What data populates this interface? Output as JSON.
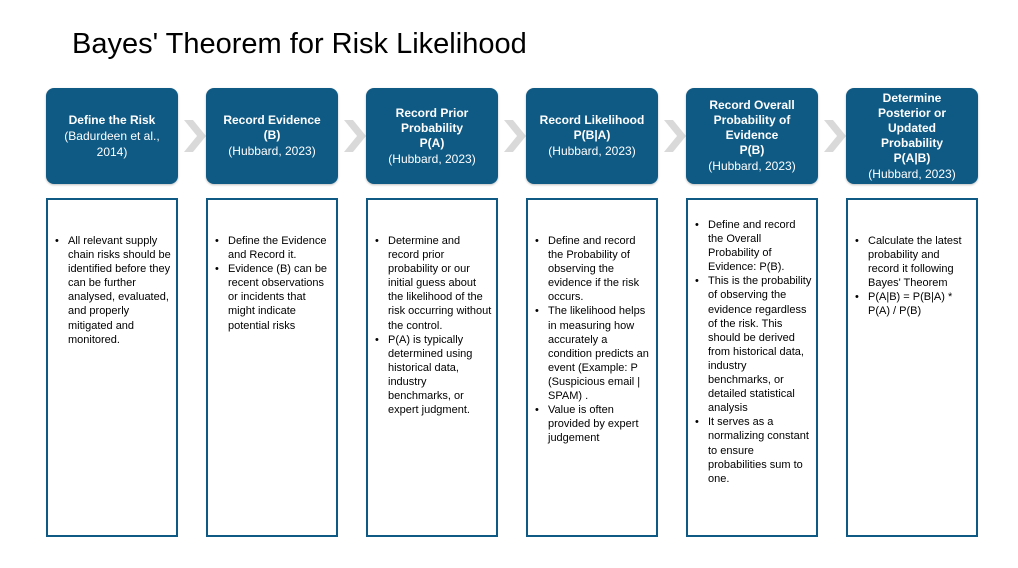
{
  "title": "Bayes' Theorem for Risk Likelihood",
  "colors": {
    "header_fill": "#0f5a84",
    "chevron": "#d9d9d9"
  },
  "steps": [
    {
      "heading": [
        "Define the Risk"
      ],
      "citation": [
        "(Badurdeen  et al.,",
        "2014)"
      ],
      "bullets": [
        "All relevant supply chain risks should be identified before they can be further analysed, evaluated, and properly mitigated and monitored."
      ]
    },
    {
      "heading": [
        "Record Evidence",
        "(B)"
      ],
      "citation": [
        "(Hubbard, 2023)"
      ],
      "bullets": [
        "Define the Evidence and Record it.",
        "Evidence (B) can be recent observations or incidents that might indicate potential risks"
      ]
    },
    {
      "heading": [
        "Record Prior",
        "Probability",
        "P(A)"
      ],
      "citation": [
        "(Hubbard, 2023)"
      ],
      "bullets": [
        "Determine and record prior probability or our initial guess about the likelihood of the risk occurring without the control.",
        "P(A) is typically determined using historical data, industry benchmarks, or expert judgment."
      ]
    },
    {
      "heading": [
        "Record Likelihood",
        "P(B|A)"
      ],
      "citation": [
        "(Hubbard, 2023)"
      ],
      "bullets": [
        "Define and record the Probability of observing the evidence if the risk occurs.",
        "The likelihood helps in measuring how accurately a condition predicts an event (Example: P (Suspicious email | SPAM) .",
        "Value is often provided by expert judgement"
      ]
    },
    {
      "heading": [
        "Record Overall",
        "Probability of",
        "Evidence",
        "P(B)"
      ],
      "citation": [
        "(Hubbard, 2023)"
      ],
      "bullets": [
        "Define and record the Overall Probability of Evidence: P(B).",
        "This is the probability of observing the evidence regardless of the risk. This should be derived from historical data, industry benchmarks, or detailed statistical analysis",
        "It serves as a normalizing constant to ensure probabilities sum to one."
      ]
    },
    {
      "heading": [
        "Determine",
        "Posterior or",
        "Updated",
        "Probability",
        "P(A|B)"
      ],
      "citation": [
        "(Hubbard, 2023)"
      ],
      "bullets": [
        "Calculate the latest probability and record it  following Bayes' Theorem",
        "P(A|B) = P(B|A) * P(A) / P(B)"
      ]
    }
  ]
}
